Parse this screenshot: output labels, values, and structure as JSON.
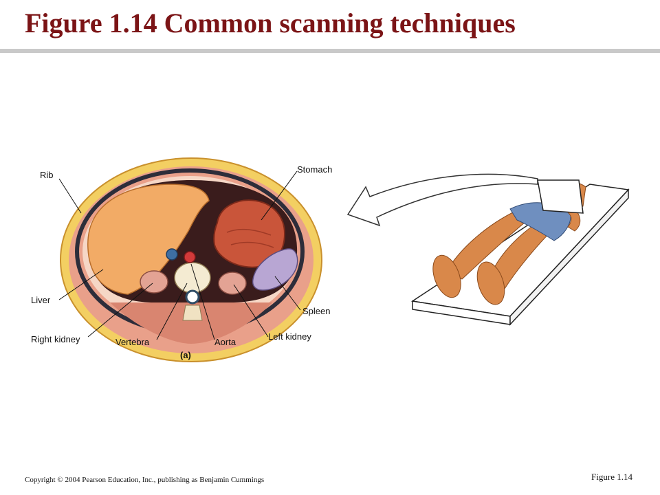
{
  "title": "Figure 1.14  Common scanning techniques",
  "labels": {
    "rib": "Rib",
    "stomach": "Stomach",
    "liver": "Liver",
    "spleen": "Spleen",
    "right_kidney": "Right kidney",
    "vertebra": "Vertebra",
    "aorta": "Aorta",
    "left_kidney": "Left kidney",
    "panel": "(a)"
  },
  "footer": {
    "copyright": "Copyright © 2004 Pearson Education, Inc., publishing as Benjamin Cummings",
    "figure_ref": "Figure 1.14"
  },
  "colors": {
    "title": "#7b1416",
    "liver": "#f2ab66",
    "stomach": "#c9553a",
    "spleen": "#b8a6d3",
    "body_wall": "#e79a86",
    "fat": "#f4d35a",
    "skin": "#d9884a"
  }
}
